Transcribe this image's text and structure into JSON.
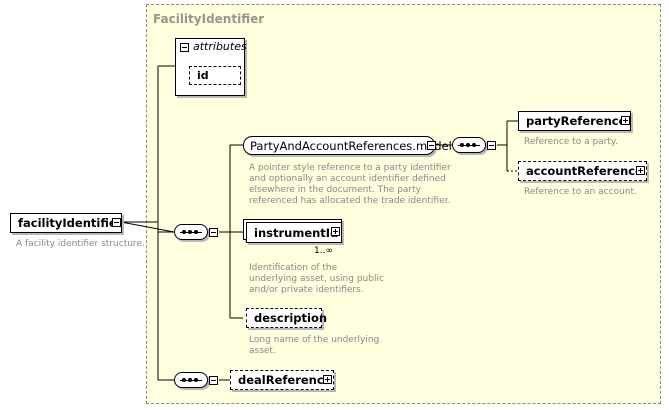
{
  "root": {
    "name": "facilityIdentifier",
    "doc": "A facility identifier structure."
  },
  "type": {
    "name": "FacilityIdentifier",
    "attributes_label": "attributes",
    "attribute_id": "id"
  },
  "model": {
    "name": "PartyAndAccountReferences.model",
    "doc_lines": [
      "A pointer style reference to a party identifier",
      "and optionally an account identifier defined",
      "elsewhere in the document. The party",
      "referenced has allocated the trade identifier."
    ]
  },
  "party_reference": {
    "name": "partyReference",
    "doc": "Reference to a party."
  },
  "account_reference": {
    "name": "accountReference",
    "doc": "Reference to an account."
  },
  "instrument_id": {
    "name": "instrumentId",
    "cardinality": "1..∞",
    "doc_lines": [
      "Identification of the",
      "underlying asset, using public",
      "and/or private identifiers."
    ]
  },
  "description": {
    "name": "description",
    "doc_lines": [
      "Long name of the underlying",
      "asset."
    ]
  },
  "deal_reference": {
    "name": "dealReference"
  }
}
